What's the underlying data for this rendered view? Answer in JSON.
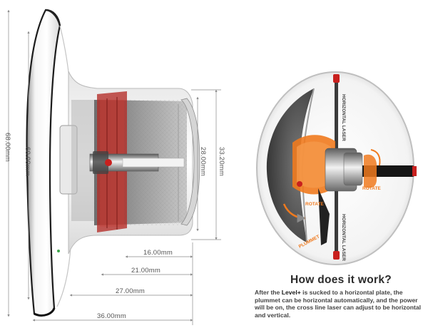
{
  "colors": {
    "accent_orange": "#f07a1e",
    "accent_red": "#c8201e",
    "dimension_line": "#8a8a8a",
    "heading_text": "#2b2b2b"
  },
  "dimensions": {
    "d16": "16.00mm",
    "d21": "21.00mm",
    "d27": "27.00mm",
    "d36": "36.00mm",
    "d60": "60.00mm",
    "d68": "68.00mm",
    "d28": "28.00mm",
    "d33": "33.20mm"
  },
  "callouts": {
    "horizontal_laser_top": "HORIZONTAL LASER",
    "horizontal_laser_bottom": "HORIZONTAL LASER",
    "rotate_left": "ROTATE",
    "rotate_right": "ROTATE",
    "plummet": "PLUMMET"
  },
  "info": {
    "heading": "How does it work?",
    "desc_before": "After the ",
    "product_name": "Level+",
    "desc_after": " is sucked to a horizontal plate, the plummet can be horizontal automatically, and the power will be on, the cross line laser can adjust to be horizontal and vertical."
  }
}
